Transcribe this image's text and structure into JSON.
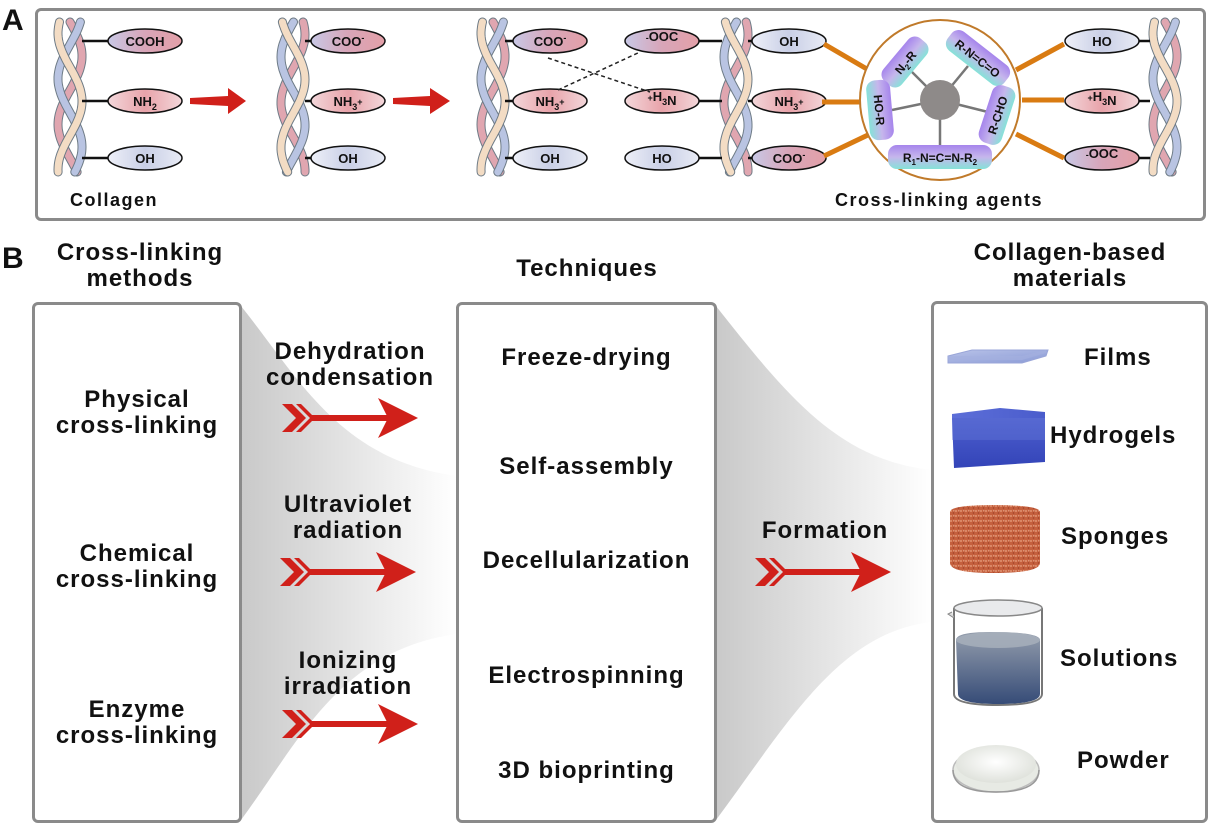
{
  "panel_a": {
    "letter": "A",
    "collagen_label": "Collagen",
    "agents_label": "Cross-linking agents",
    "stage1_groups": [
      "COOH",
      "NH2",
      "OH"
    ],
    "stage2_groups": [
      "COO-",
      "NH3+",
      "OH"
    ],
    "stage3_left_groups": [
      "COO-",
      "NH3+",
      "OH"
    ],
    "stage3_right_groups": [
      "-OOC",
      "+H3N",
      "HO"
    ],
    "stage4_left_groups": [
      "OH",
      "NH3+",
      "COO-"
    ],
    "stage4_right_groups": [
      "HO",
      "+H3N",
      "-OOC"
    ],
    "agents": [
      "N2-R",
      "R-N=C=O",
      "R-CHO",
      "R1-N=C=N-R2",
      "HO-R"
    ],
    "colors": {
      "arrow_red": "#d0201a",
      "linker_orange": "#d97b12",
      "pill_pink": "#e39aa4",
      "pill_blue": "#c8d0e8",
      "pill_purple_pink": "#c9a0c8",
      "agent_purple": "#a78ae8",
      "agent_teal": "#8fe0dc",
      "core_gray": "#8e8a89",
      "border_gray": "#8a8a8a"
    }
  },
  "panel_b": {
    "letter": "B",
    "methods": {
      "title_line1": "Cross-linking",
      "title_line2": "methods",
      "items": [
        {
          "line1": "Physical",
          "line2": "cross-linking"
        },
        {
          "line1": "Chemical",
          "line2": "cross-linking"
        },
        {
          "line1": "Enzyme",
          "line2": "cross-linking"
        }
      ]
    },
    "processes": [
      {
        "line1": "Dehydration",
        "line2": "condensation"
      },
      {
        "line1": "Ultraviolet",
        "line2": "radiation"
      },
      {
        "line1": "Ionizing",
        "line2": "irradiation"
      }
    ],
    "techniques": {
      "title": "Techniques",
      "items": [
        "Freeze-drying",
        "Self-assembly",
        "Decellularization",
        "Electrospinning",
        "3D bioprinting"
      ]
    },
    "formation_label": "Formation",
    "materials": {
      "title_line1": "Collagen-based",
      "title_line2": "materials",
      "items": [
        {
          "label": "Films",
          "icon": "film-sheet-icon"
        },
        {
          "label": "Hydrogels",
          "icon": "hydrogel-cube-icon"
        },
        {
          "label": "Sponges",
          "icon": "sponge-cylinder-icon"
        },
        {
          "label": "Solutions",
          "icon": "beaker-solution-icon"
        },
        {
          "label": "Powder",
          "icon": "powder-dish-icon"
        }
      ]
    }
  }
}
